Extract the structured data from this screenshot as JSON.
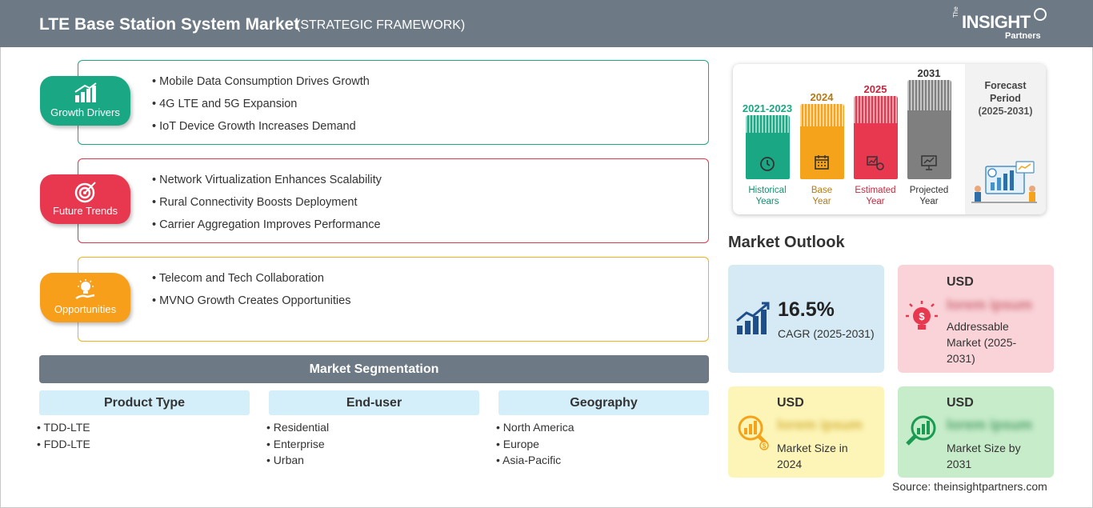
{
  "header": {
    "title": "LTE Base Station System Market",
    "subtitle": "(STRATEGIC FRAMEWORK)",
    "logo": {
      "the": "The",
      "insight": "INSIGHT",
      "partners": "Partners"
    }
  },
  "framework": {
    "growth_drivers": {
      "label": "Growth Drivers",
      "color": "#1aa784",
      "items": [
        "Mobile Data Consumption Drives Growth",
        "4G LTE and 5G Expansion",
        "IoT Device Growth Increases Demand"
      ]
    },
    "future_trends": {
      "label": "Future Trends",
      "color": "#e8384f",
      "items": [
        "Network Virtualization Enhances Scalability",
        "Rural Connectivity Boosts Deployment",
        "Carrier Aggregation Improves Performance"
      ]
    },
    "opportunities": {
      "label": "Opportunities",
      "color": "#f79e1b",
      "items": [
        "Telecom and Tech Collaboration",
        "MVNO Growth Creates Opportunities"
      ]
    }
  },
  "segmentation": {
    "title": "Market Segmentation",
    "columns": [
      {
        "heading": "Product Type",
        "items": [
          "TDD-LTE",
          "FDD-LTE"
        ]
      },
      {
        "heading": "End-user",
        "items": [
          "Residential",
          "Enterprise",
          "Urban"
        ]
      },
      {
        "heading": "Geography",
        "items": [
          "North America",
          "Europe",
          "Asia-Pacific"
        ]
      }
    ]
  },
  "timeline": {
    "bars": [
      {
        "year": "2021-2023",
        "label_line1": "Historical",
        "label_line2": "Years",
        "color": "#1aa784",
        "icon": "history-icon"
      },
      {
        "year": "2024",
        "label_line1": "Base",
        "label_line2": "Year",
        "color": "#f5a31a",
        "icon": "calendar-icon"
      },
      {
        "year": "2025",
        "label_line1": "Estimated",
        "label_line2": "Year",
        "color": "#e8384f",
        "icon": "analytics-icon"
      },
      {
        "year": "2031",
        "label_line1": "Projected",
        "label_line2": "Year",
        "color": "#7f7f7f",
        "icon": "presentation-icon"
      }
    ],
    "forecast": {
      "title_line1": "Forecast",
      "title_line2": "Period",
      "range": "(2025-2031)"
    }
  },
  "outlook": {
    "title": "Market Outlook",
    "cagr": {
      "value": "16.5%",
      "label": "CAGR (2025-2031)",
      "bg": "#d6eaf5"
    },
    "addressable": {
      "currency": "USD",
      "value": "lorem ipsum",
      "desc_line1": "Addressable",
      "desc_line2": "Market (2025-",
      "desc_line3": "2031)",
      "bg": "#f9d3d8"
    },
    "size_2024": {
      "currency": "USD",
      "value": "lorem ipsum",
      "desc_line1": "Market Size in",
      "desc_line2": "2024",
      "bg": "#fdf5b8"
    },
    "size_2031": {
      "currency": "USD",
      "value": "lorem ipsum",
      "desc_line1": "Market Size by",
      "desc_line2": "2031",
      "bg": "#c6ecc9"
    }
  },
  "source": "Source: theinsightpartners.com"
}
